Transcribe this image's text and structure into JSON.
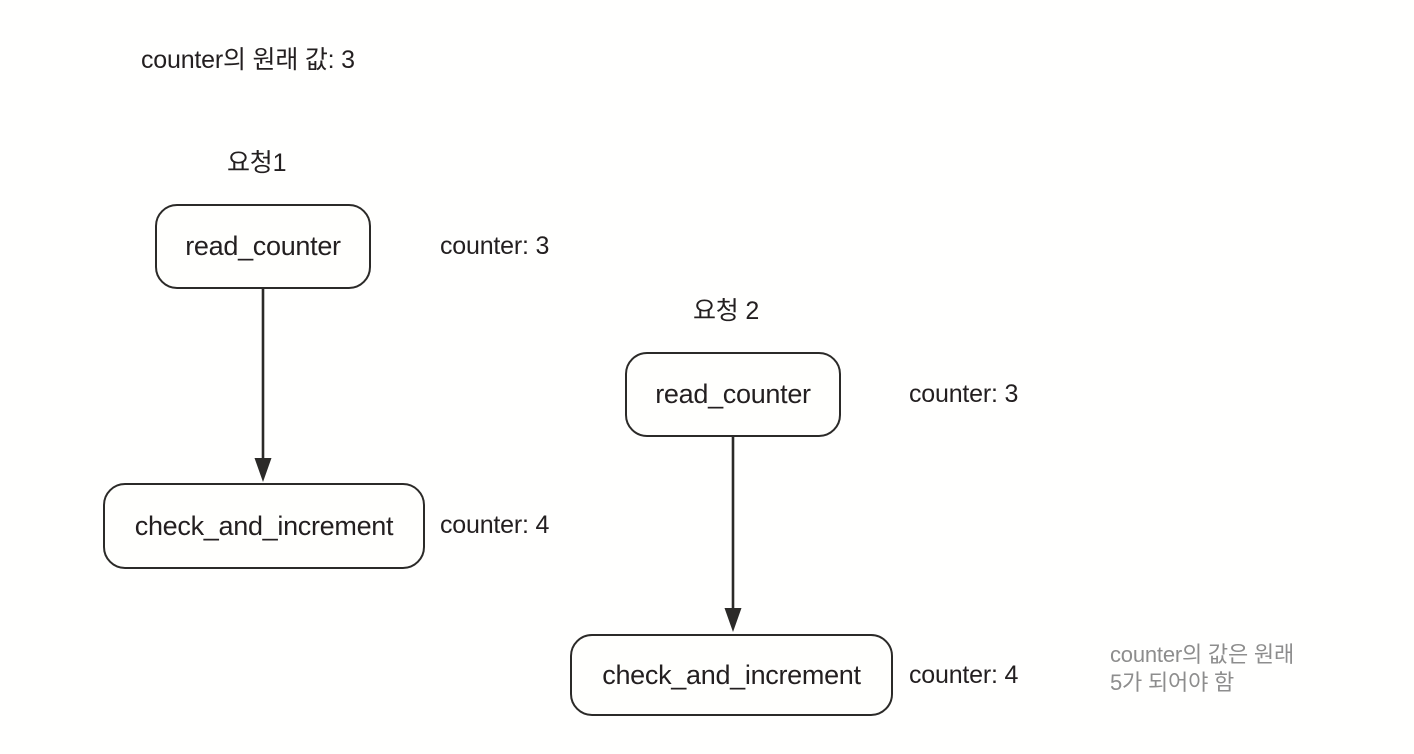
{
  "diagram": {
    "title": "counter의 원래 값: 3",
    "background_color": "#ffffff",
    "stroke_color": "#2b2a28",
    "text_color": "#231f20",
    "note_color": "#8d8d8d",
    "flows": [
      {
        "request_label": "요청1",
        "steps": [
          {
            "node_label": "read_counter",
            "counter_label": "counter: 3"
          },
          {
            "node_label": "check_and_increment",
            "counter_label": "counter: 4"
          }
        ]
      },
      {
        "request_label": "요청 2",
        "steps": [
          {
            "node_label": "read_counter",
            "counter_label": "counter: 3"
          },
          {
            "node_label": "check_and_increment",
            "counter_label": "counter: 4"
          }
        ]
      }
    ],
    "note": "counter의 값은 원래\n5가 되어야 함"
  }
}
